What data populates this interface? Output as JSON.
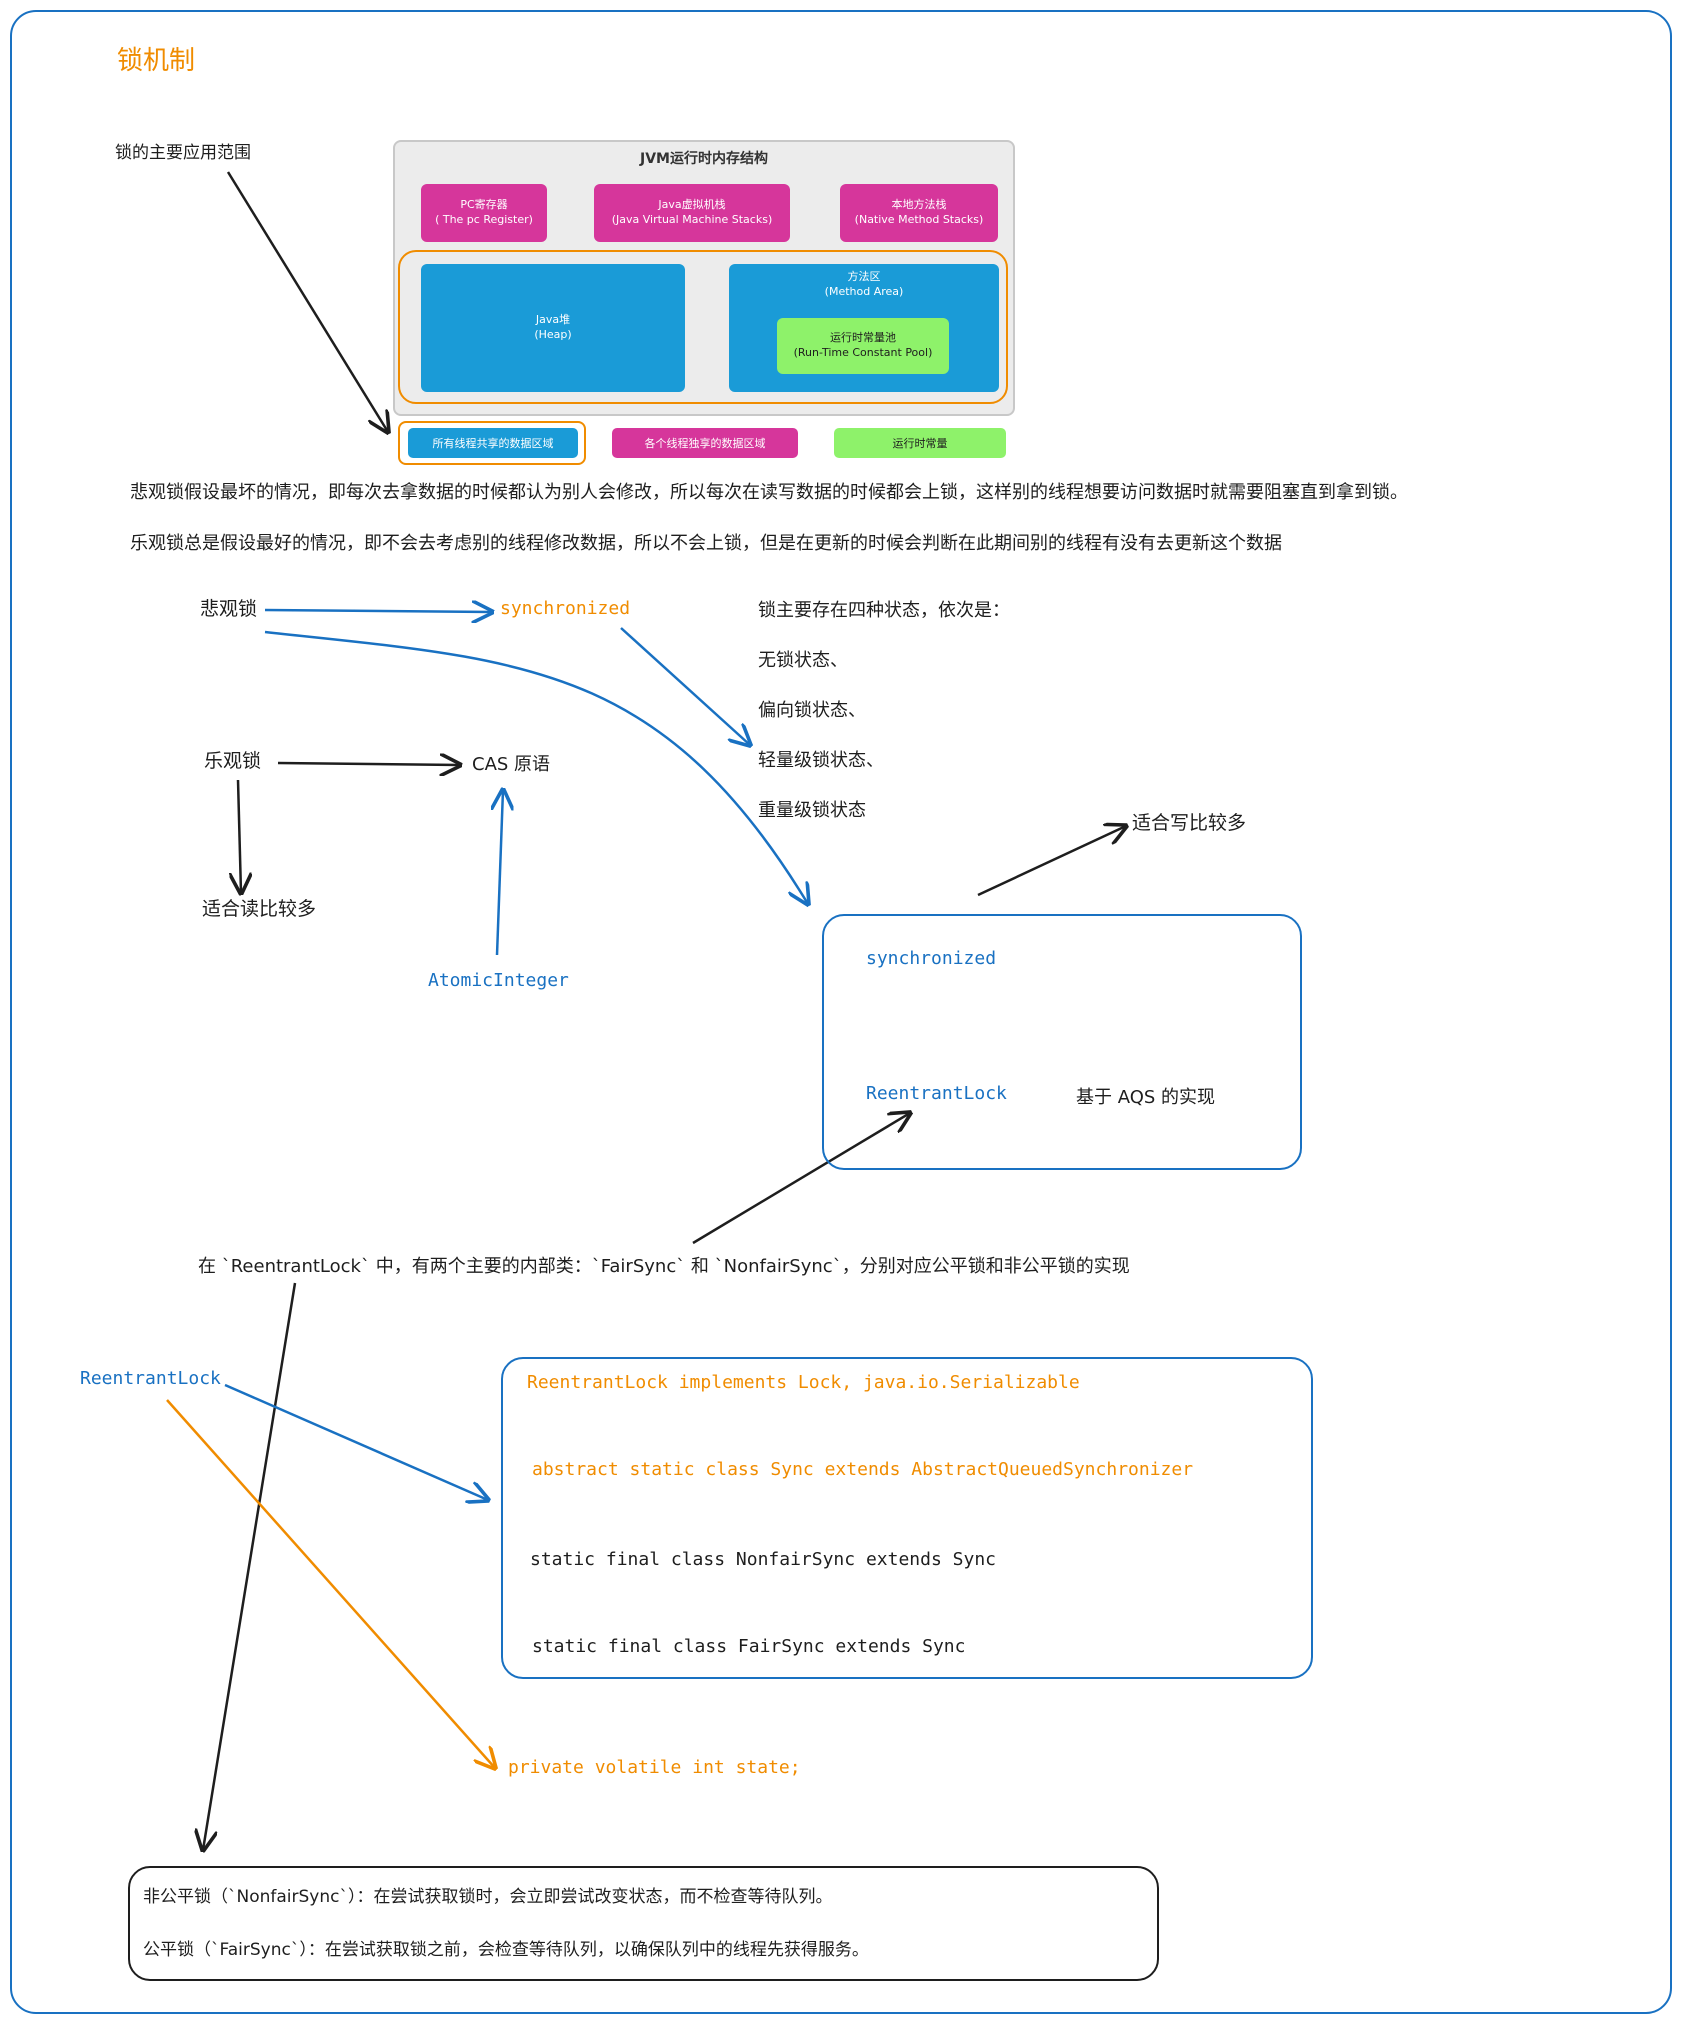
{
  "title": "锁机制",
  "scope_label": "锁的主要应用范围",
  "jvm": {
    "title": "JVM运行时内存结构",
    "pc": [
      "PC寄存器",
      "( The pc Register)"
    ],
    "stack": [
      "Java虚拟机栈",
      "(Java Virtual Machine Stacks)"
    ],
    "native": [
      "本地方法栈",
      "(Native Method Stacks)"
    ],
    "heap": [
      "Java堆",
      "(Heap)"
    ],
    "method": [
      "方法区",
      "(Method Area)"
    ],
    "pool": [
      "运行时常量池",
      "(Run-Time Constant Pool)"
    ],
    "legend_shared": "所有线程共享的数据区域",
    "legend_private": "各个线程独享的数据区域",
    "legend_const": "运行时常量"
  },
  "paragraphs": {
    "pessimistic_desc": "悲观锁假设最坏的情况，即每次去拿数据的时候都认为别人会修改，所以每次在读写数据的时候都会上锁，这样别的线程想要访问数据时就需要阻塞直到拿到锁。",
    "optimistic_desc": "乐观锁总是假设最好的情况，即不会去考虑别的线程修改数据，所以不会上锁，但是在更新的时候会判断在此期间别的线程有没有去更新这个数据"
  },
  "nodes": {
    "pessimistic": "悲观锁",
    "synchronized_top": "synchronized",
    "optimistic": "乐观锁",
    "cas": "CAS 原语",
    "read_more": "适合读比较多",
    "atomic_integer": "AtomicInteger",
    "write_more": "适合写比较多",
    "states_title": "锁主要存在四种状态，依次是：",
    "states": [
      "无锁状态、",
      "偏向锁状态、",
      "轻量级锁状态、",
      "重量级锁状态"
    ],
    "box_synchronized": "synchronized",
    "box_reentrant": "ReentrantLock",
    "aqs_note": "基于 AQS 的实现",
    "inner_classes": "在 `ReentrantLock` 中，有两个主要的内部类：`FairSync` 和 `NonfairSync`，分别对应公平锁和非公平锁的实现",
    "reentrant_left": "ReentrantLock",
    "state_field": "private volatile int state;"
  },
  "code_box": [
    "ReentrantLock implements Lock, java.io.Serializable",
    "abstract static class Sync extends AbstractQueuedSynchronizer",
    "static final class NonfairSync extends Sync",
    "static final class FairSync extends Sync"
  ],
  "fairness_box": [
    "非公平锁（`NonfairSync`）：在尝试获取锁时，会立即尝试改变状态，而不检查等待队列。",
    "公平锁（`FairSync`）：在尝试获取锁之前，会检查等待队列，以确保队列中的线程先获得服务。"
  ],
  "colors": {
    "blue": "#1971c2",
    "orange": "#f08c00",
    "black": "#1e1e1e",
    "magenta": "#d6369b",
    "cyan": "#1a9bd7",
    "green": "#8ef26a"
  }
}
